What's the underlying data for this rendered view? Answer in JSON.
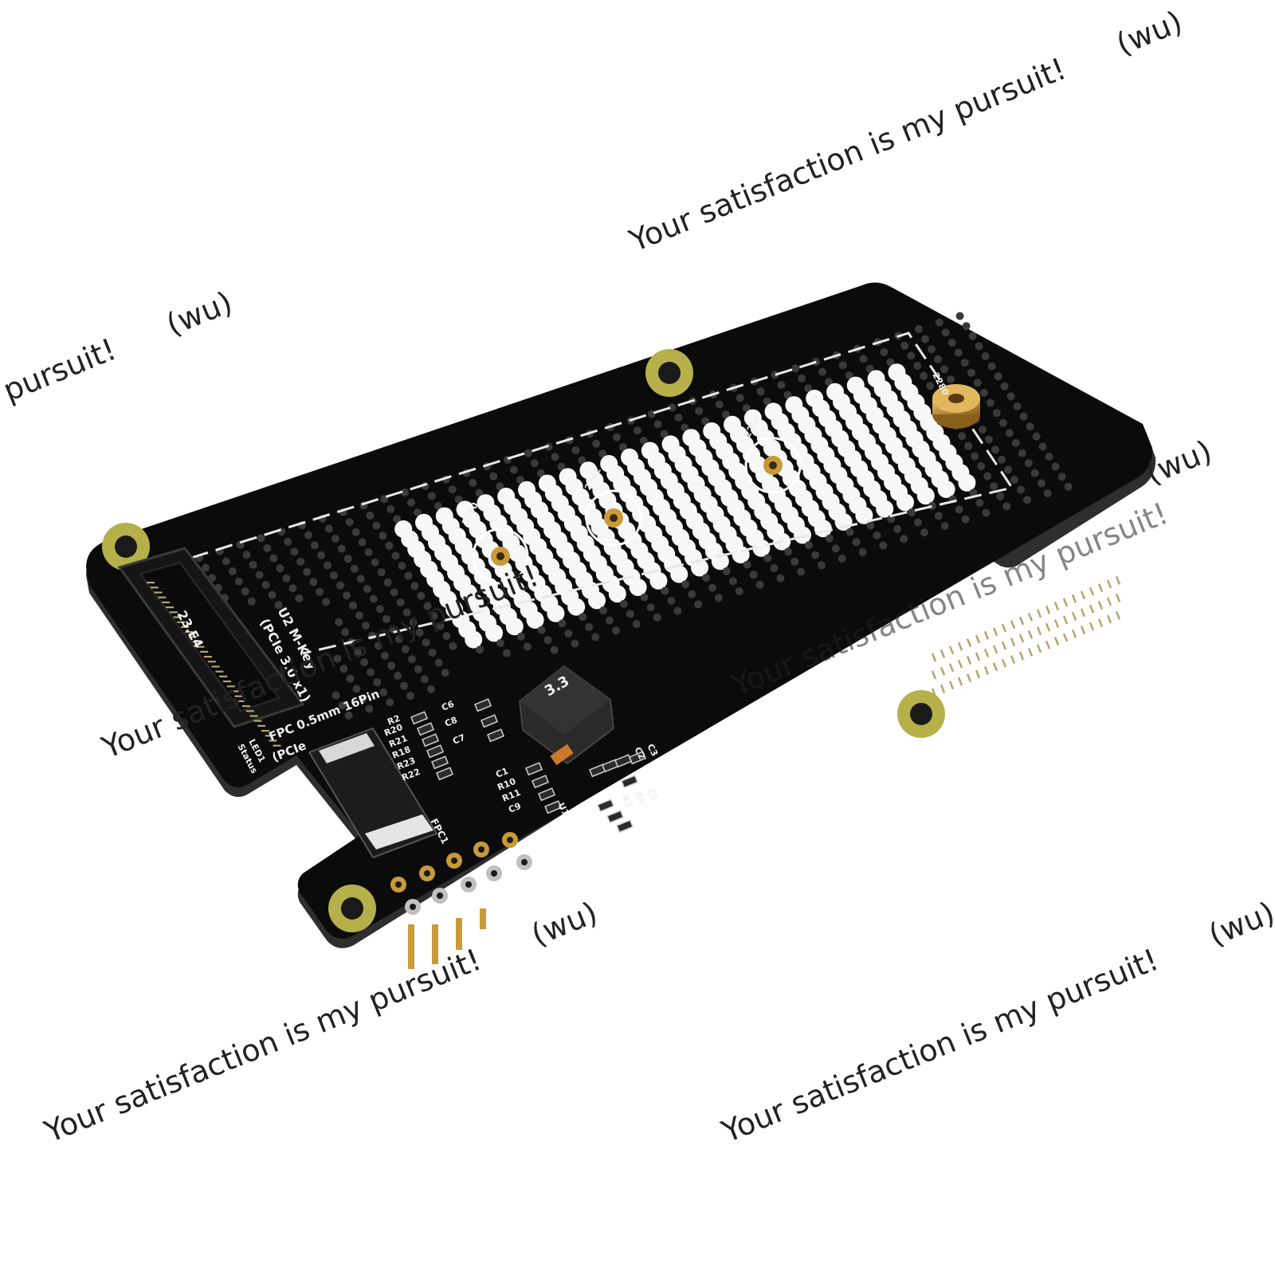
{
  "board": {
    "silkscreen": {
      "key_label": "U2 M-Key",
      "pcie_label": "(PCIe 3.0 x1)",
      "fpc_label": "FPC 0.5mm 16Pin",
      "fpc_sub_label": "(PCIe",
      "fpc_ref": "FPC1",
      "led_label": "LED1",
      "status_label": "Status",
      "size_2230": "2230",
      "size_2242": "2242",
      "size_2260": "2260",
      "size_2280": "2280",
      "connector_code": "23.E4",
      "inductor_code": "3.3",
      "res_r2": "R2",
      "res_r20": "R20",
      "res_r21": "R21",
      "res_r18": "R18",
      "res_r23": "R23",
      "res_r22": "R22",
      "cap_c6": "C6",
      "cap_c8": "C8",
      "cap_c7": "C7",
      "cap_c1": "C1",
      "res_r10": "R10",
      "res_r11": "R11",
      "cap_c9": "C9",
      "ic_u1": "U1",
      "res_r3": "R3",
      "res_r4": "R4",
      "cap_c5": "C5",
      "cap_c2": "C2",
      "cap_c3": "C3"
    },
    "colors": {
      "pcb": "#0b0b0b",
      "pcb_edge": "#2e2e2e",
      "pad_ring": "#b6b04a",
      "brass": "#c99a3a",
      "silkscreen": "#f0f0f0"
    }
  },
  "watermarks": [
    {
      "text": "Your satisfaction is my pursuit!      (wu)"
    },
    {
      "text": "pursuit!      (wu)"
    },
    {
      "text": "(wu)"
    },
    {
      "text": "Your satisfaction is my pursuit!"
    },
    {
      "text": "Your satisfaction is my pursuit!      (wu)"
    },
    {
      "text": "Your satisfaction is my pursuit!      (wu)"
    },
    {
      "text": "Your satisfaction is my pursuit!"
    }
  ]
}
